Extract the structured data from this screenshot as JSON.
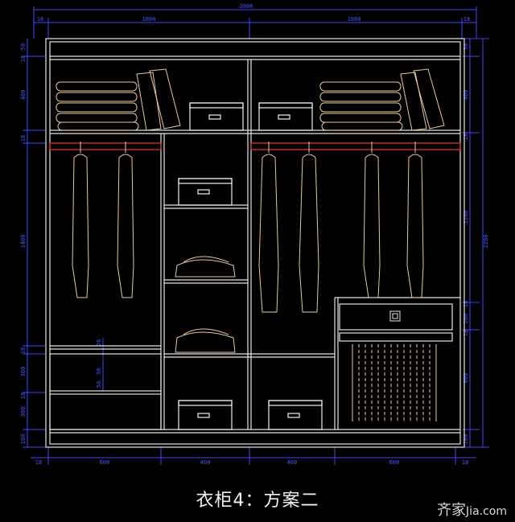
{
  "caption": "衣柜4：方案二",
  "watermark": {
    "brand": "齐家",
    "domain": "Jia.com"
  },
  "colors": {
    "structure": "#e6e6e6",
    "dimension": "#3c46ff",
    "dimension_text": "#4a58ff",
    "rod": "#e03030",
    "item": "#e8c8a0",
    "box": "#f0f0f0",
    "background": "#000000"
  },
  "dimensions": {
    "overall_width": "2000",
    "top_left": "1000",
    "top_right": "1000",
    "top_ends": "18",
    "bottom_ends": "18",
    "bottom_segments": [
      "600",
      "400",
      "400",
      "600"
    ],
    "right_height": "2200",
    "left_ticks": [
      "50",
      "18",
      "400",
      "18",
      "1400",
      "18",
      "300",
      "18",
      "300",
      "100"
    ],
    "right_ticks": [
      "50",
      "400",
      "18",
      "1100",
      "18",
      "200",
      "18",
      "600",
      "100"
    ],
    "inner_ticks": [
      "20",
      "30",
      "50"
    ]
  }
}
